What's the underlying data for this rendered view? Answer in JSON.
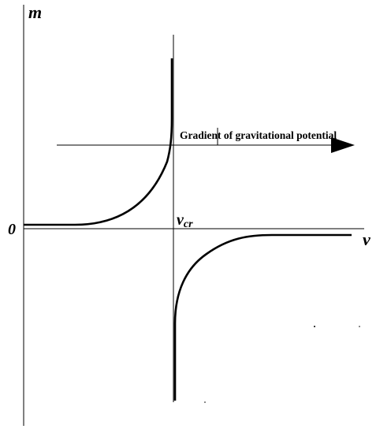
{
  "diagram": {
    "labels": {
      "y_axis": "m",
      "x_axis": "v",
      "origin": "0",
      "critical_velocity_main": "v",
      "critical_velocity_sub": "cr",
      "arrow_caption": "Gradient of gravitational potential"
    },
    "colors": {
      "ink": "#000000",
      "background": "#ffffff"
    }
  }
}
